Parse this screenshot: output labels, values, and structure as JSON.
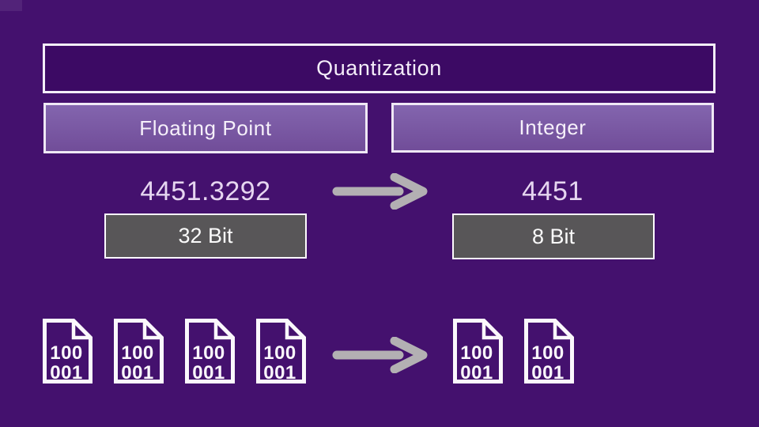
{
  "title": {
    "label": "Quantization"
  },
  "columns": {
    "left": {
      "header": "Floating Point",
      "value": "4451.3292",
      "bit_label": "32 Bit",
      "file_count": 4
    },
    "right": {
      "header": "Integer",
      "value": "4451",
      "bit_label": "8 Bit",
      "file_count": 2
    }
  },
  "file_icon": {
    "name": "binary-file-icon",
    "line1": "100",
    "line2": "001"
  },
  "arrows": {
    "direction": "right",
    "count": 2
  },
  "colors": {
    "background": "#44116e",
    "title_box_fill": "#3c0a64",
    "branch_box_fill_top": "#8365ae",
    "branch_box_fill_bottom": "#714d99",
    "bit_box_fill": "#585658",
    "light_border": "#f4eef9",
    "arrow_gray": "#b3b0b3",
    "value_text": "#e6d6f0",
    "icon_white": "#fbf8fc"
  }
}
